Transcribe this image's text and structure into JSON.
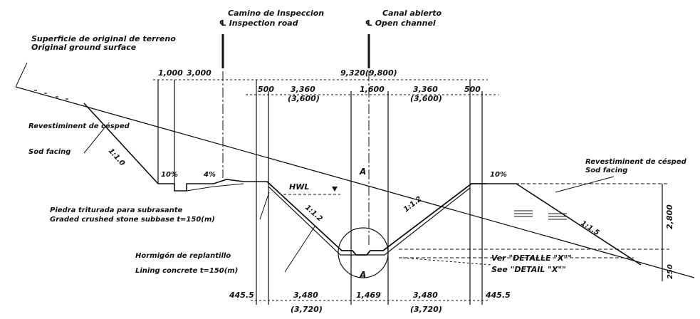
{
  "drawing": {
    "colors": {
      "ink": "#111111",
      "paper": "#ffffff"
    },
    "labels": {
      "ground_es": "Superficie de original de terreno",
      "ground_en": "Original ground surface",
      "road_es": "Camino de Inspeccion",
      "road_en": "℄ Inspection road",
      "canal_es": "Canal abierto",
      "canal_en": "℄ Open channel",
      "sod_left_es": "Revestiminent de césped",
      "sod_left_en": "Sod facing",
      "sod_right_es": "Revestiminent de césped",
      "sod_right_en": "Sod facing",
      "subbase_es": "Piedra triturada para subrasante",
      "subbase_en": "Graded crushed stone subbase t=150(m)",
      "lining_es": "Hormigón de replantillo",
      "lining_en": "Lining concrete t=150(m)",
      "detail_es": "Ver \"DETALLE \"X\"\"",
      "detail_en": "See \"DETAIL \"X\"\"",
      "hwl": "HWL",
      "section_mark": "A"
    },
    "slopes": {
      "left_fill": "1:1.0",
      "inner_left": "1:1.2",
      "inner_right": "1:1.2",
      "right_fill": "1:1.5",
      "berm_left": "10%",
      "road_crossfall": "4%",
      "berm_right": "10%"
    },
    "dims_top": {
      "berm": "1,000",
      "road": "3,000",
      "total": "9,320(9,800)",
      "edge_left": "500",
      "upper_left": "3,360",
      "upper_left_alt": "(3,600)",
      "center": "1,600",
      "upper_right": "3,360",
      "upper_right_alt": "(3,600)",
      "edge_right": "500"
    },
    "dims_bottom": {
      "edge_left": "445.5",
      "lower_left": "3,480",
      "lower_left_alt": "(3,720)",
      "center": "1,469",
      "lower_right": "3,480",
      "lower_right_alt": "(3,720)",
      "edge_right": "445.5"
    },
    "dims_vertical": {
      "height": "2,800",
      "bottom": "250"
    }
  }
}
